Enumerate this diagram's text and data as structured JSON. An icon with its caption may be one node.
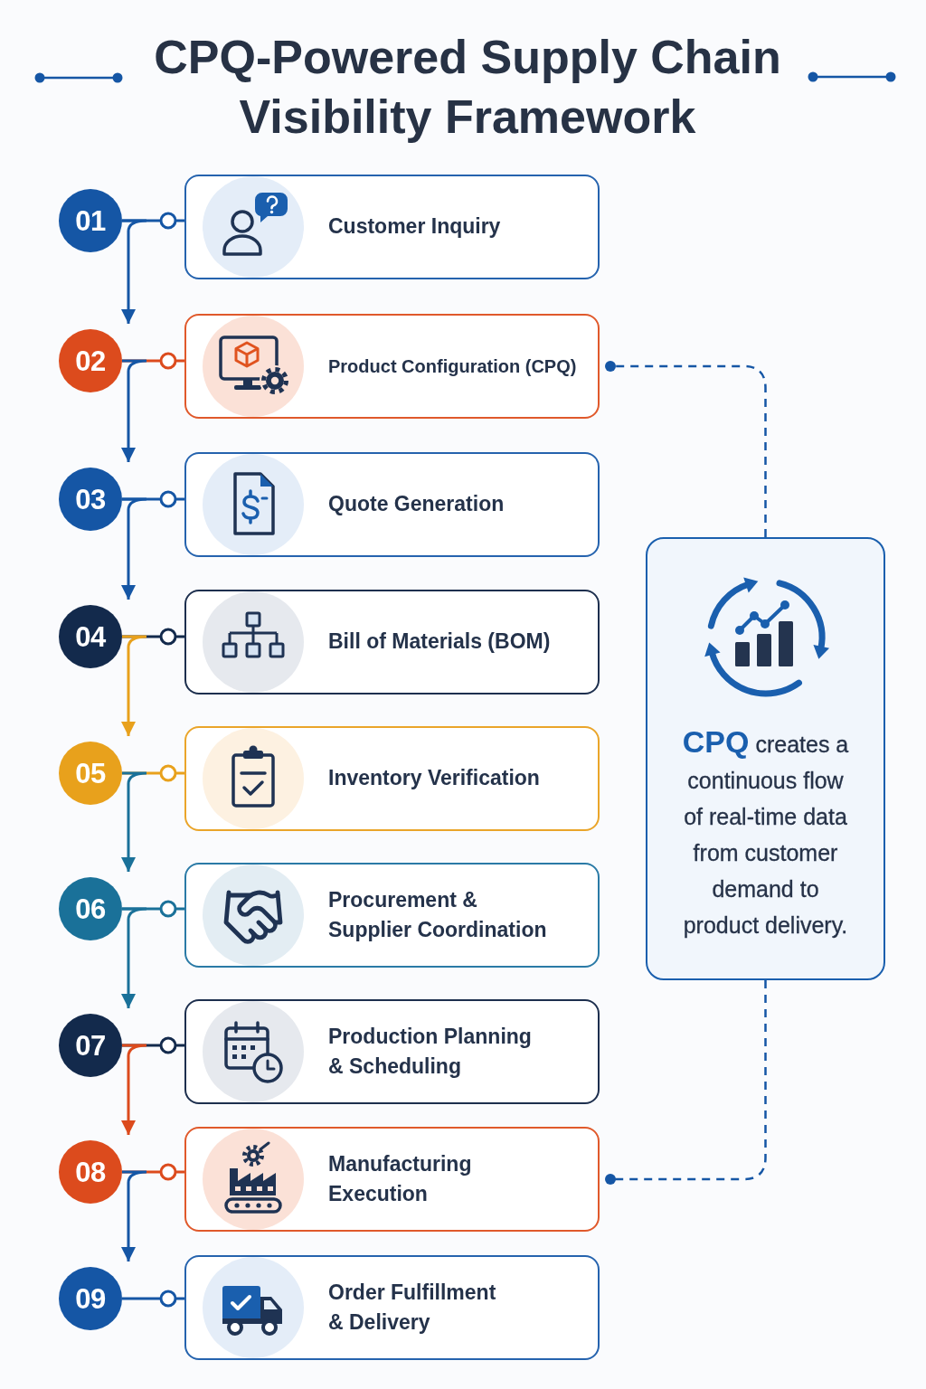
{
  "diagram": {
    "title": "CPQ-Powered Supply Chain Visibility Framework",
    "nodes": [
      {
        "text": [
          "01"
        ]
      },
      {
        "text": [
          "Customer Inquiry"
        ]
      },
      {
        "text": [
          "02"
        ]
      },
      {
        "text": [
          "Product Configuration (CPQ)"
        ]
      },
      {
        "text": [
          "03"
        ]
      },
      {
        "text": [
          "Quote Generation"
        ]
      },
      {
        "text": [
          "04"
        ]
      },
      {
        "text": [
          "Bill of Materials (BOM)"
        ]
      },
      {
        "text": [
          "05"
        ]
      },
      {
        "text": [
          "Inventory Verification"
        ]
      },
      {
        "text": [
          "06"
        ]
      },
      {
        "text": [
          "Procurement & Supplier Coordination"
        ]
      },
      {
        "text": [
          "07"
        ]
      },
      {
        "text": [
          "Production Planning & Scheduling"
        ]
      },
      {
        "text": [
          "08"
        ]
      },
      {
        "text": [
          "Manufacturing Execution"
        ]
      },
      {
        "text": [
          "09"
        ]
      },
      {
        "text": [
          "Order Fulfillment & Delivery"
        ]
      },
      {
        "text": [
          "**CPQ** creates a continuous flow of real-time data from customer demand to product delivery."
        ]
      }
    ],
    "edges": [
      {
        "from": 0,
        "to": 1,
        "arrow": "other"
      },
      {
        "from": 0,
        "to": 2,
        "arrow": "to"
      },
      {
        "from": 2,
        "to": 3,
        "arrow": "other",
        "color": "#dc4b1d"
      },
      {
        "from": 2,
        "to": 4,
        "arrow": "to"
      },
      {
        "from": 4,
        "to": 5,
        "arrow": "other"
      },
      {
        "from": 4,
        "to": 6,
        "arrow": "to"
      },
      {
        "from": 6,
        "to": 7,
        "arrow": "other",
        "color": "#132a4c"
      },
      {
        "from": 6,
        "to": 8,
        "arrow": "to",
        "color": "#e8a11c"
      },
      {
        "from": 8,
        "to": 9,
        "arrow": "other",
        "color": "#e8a11c"
      },
      {
        "from": 8,
        "to": 10,
        "arrow": "to",
        "color": "#1a7199"
      },
      {
        "from": 10,
        "to": 11,
        "arrow": "other",
        "color": "#1a7199"
      },
      {
        "from": 10,
        "to": 12,
        "arrow": "to",
        "color": "#1a7199"
      },
      {
        "from": 12,
        "to": 13,
        "arrow": "other",
        "color": "#132a4c"
      },
      {
        "from": 12,
        "to": 14,
        "arrow": "to",
        "color": "#dc4b1d"
      },
      {
        "from": 14,
        "to": 15,
        "arrow": "other",
        "color": "#dc4b1d"
      },
      {
        "from": 14,
        "to": 16,
        "arrow": "to"
      },
      {
        "from": 16,
        "to": 17,
        "arrow": "other"
      },
      {
        "from": 18,
        "to": 3,
        "arrow": "other",
        "style": "dashed"
      },
      {
        "from": 18,
        "to": 15,
        "arrow": "other",
        "style": "dashed"
      }
    ]
  }
}
